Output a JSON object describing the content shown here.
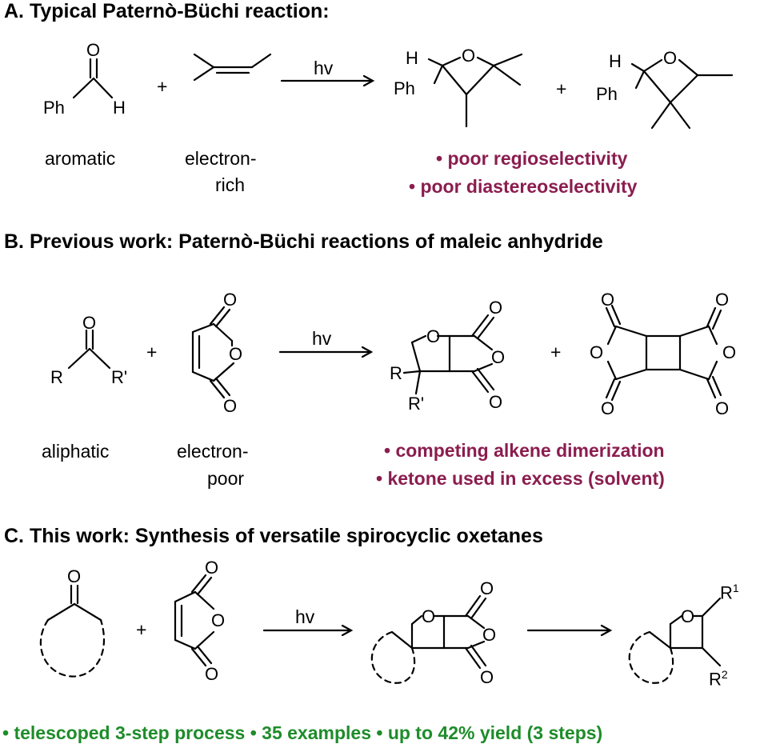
{
  "sections": {
    "a": {
      "title": "A. Typical Paternò-Büchi reaction:",
      "reactant1_label": "aromatic",
      "reactant2_label": "electron-",
      "reactant2_label_2": "rich",
      "arrow_label": "hv",
      "plus": "+",
      "notes": [
        "• poor regioselectivity",
        "• poor diastereoselectivity"
      ],
      "atoms": {
        "o": "O",
        "ph": "Ph",
        "h": "H"
      }
    },
    "b": {
      "title": "B. Previous work: Paternò-Büchi reactions of maleic anhydride",
      "reactant1_label": "aliphatic",
      "reactant2_label": "electron-",
      "reactant2_label_2": "poor",
      "arrow_label": "hv",
      "plus": "+",
      "notes": [
        "• competing alkene dimerization",
        "• ketone used in excess (solvent)"
      ],
      "atoms": {
        "o": "O",
        "r": "R",
        "r_prime": "R'"
      }
    },
    "c": {
      "title": "C. This work: Synthesis of versatile spirocyclic oxetanes",
      "arrow_label": "hv",
      "plus": "+",
      "atoms": {
        "o": "O",
        "r": "R",
        "sup1": "1",
        "sup2": "2"
      },
      "footer": "• telescoped 3-step process • 35 examples • up to 42% yield (3 steps)"
    }
  },
  "colors": {
    "note_red": "#8b1d4f",
    "note_green": "#1e8c2a"
  }
}
